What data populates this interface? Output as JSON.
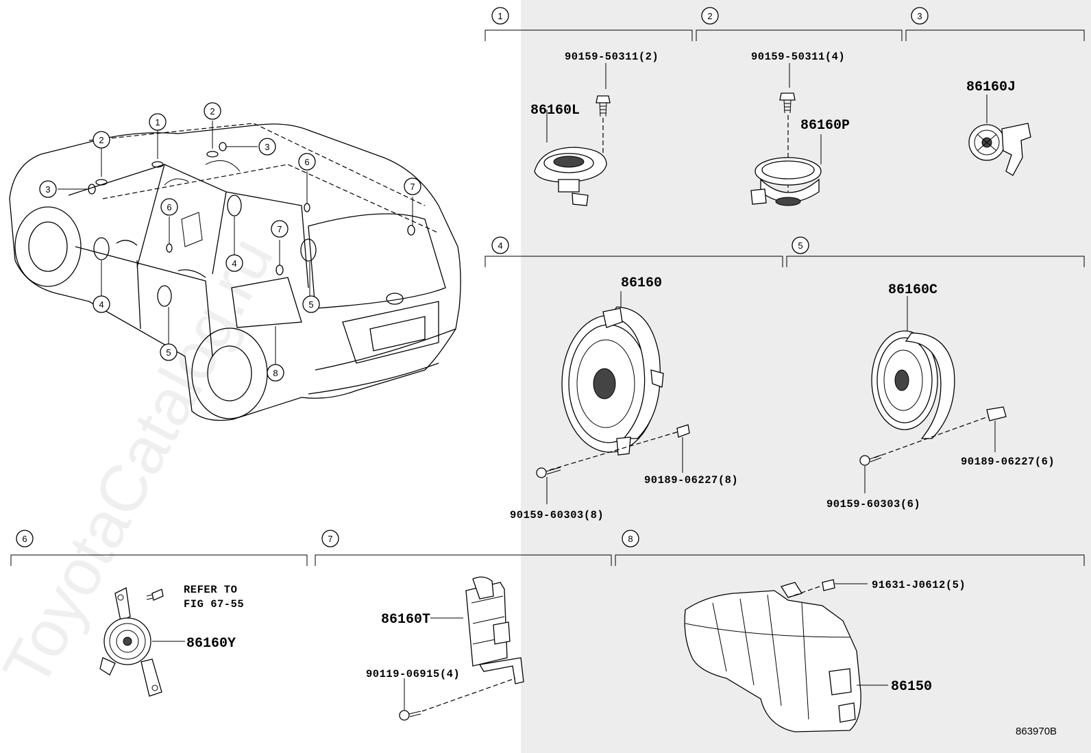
{
  "watermark": "ToyotaCatalog.ru",
  "diagram_code": "863970B",
  "sections": [
    {
      "num": "1"
    },
    {
      "num": "2"
    },
    {
      "num": "3"
    },
    {
      "num": "4"
    },
    {
      "num": "5"
    },
    {
      "num": "6"
    },
    {
      "num": "7"
    },
    {
      "num": "8"
    }
  ],
  "parts": {
    "s1_bolt": "90159-50311(2)",
    "s1_speaker": "86160L",
    "s2_bolt": "90159-50311(4)",
    "s2_speaker": "86160P",
    "s3_speaker": "86160J",
    "s4_speaker": "86160",
    "s4_nut": "90189-06227(8)",
    "s4_bolt": "90159-60303(8)",
    "s5_speaker": "86160C",
    "s5_nut": "90189-06227(6)",
    "s5_bolt": "90159-60303(6)",
    "s6_refer_line1": "REFER TO",
    "s6_refer_line2": "FIG 67-55",
    "s6_speaker": "86160Y",
    "s7_speaker": "86160T",
    "s7_bolt": "90119-06915(4)",
    "s8_bolt": "91631-J0612(5)",
    "s8_woofer": "86150"
  },
  "callouts": {
    "c1a": "1",
    "c2a": "2",
    "c2b": "2",
    "c3a": "3",
    "c3b": "3",
    "c4a": "4",
    "c4b": "4",
    "c5a": "5",
    "c5b": "5",
    "c6a": "6",
    "c6b": "6",
    "c7a": "7",
    "c7b": "7",
    "c8": "8"
  }
}
